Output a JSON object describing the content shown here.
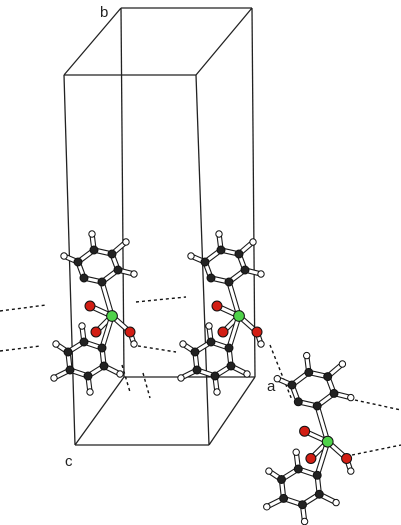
{
  "figure": {
    "axis_labels": {
      "b": "b",
      "a": "a",
      "c": "c"
    }
  },
  "colors": {
    "carbon": "#222222",
    "hydrogen": "#ffffff",
    "oxygen": "#d21e14",
    "phosphorus": "#4fd24a",
    "bond": "#1a1a1a",
    "cell": "#222222",
    "hbond": "#111111"
  }
}
